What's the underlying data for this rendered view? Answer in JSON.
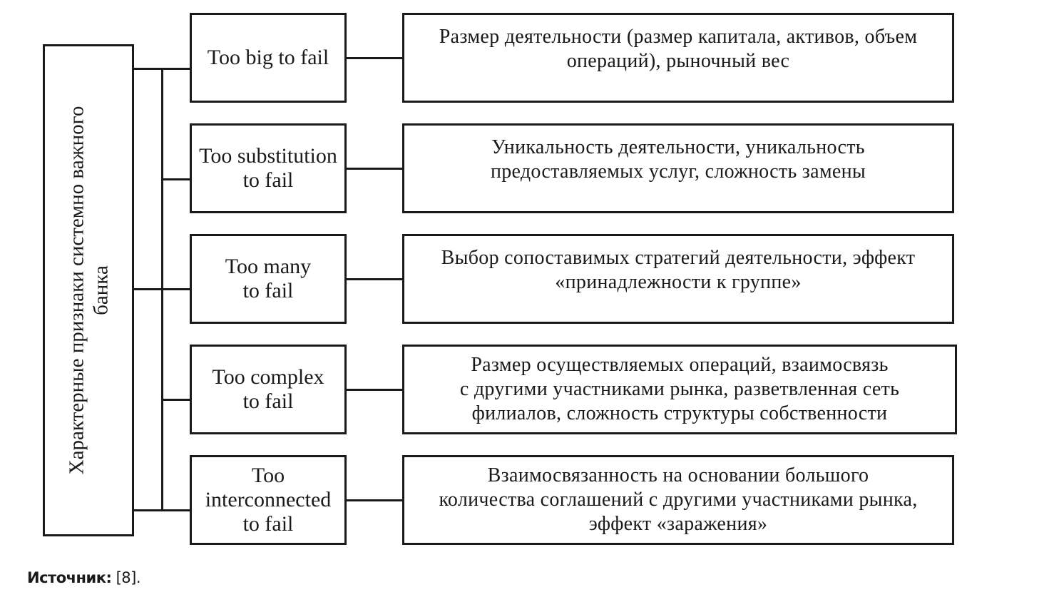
{
  "root": {
    "lines": [
      "Характерные признаки системно важного",
      "банка"
    ]
  },
  "categories": [
    {
      "name_lines": [
        "Too big to fail"
      ],
      "desc_lines": [
        "Размер деятельности (размер капитала, активов, объем",
        "операций), рыночный вес"
      ]
    },
    {
      "name_lines": [
        "Too substitution",
        "to fail"
      ],
      "desc_lines": [
        "Уникальность деятельности, уникальность",
        "предоставляемых услуг, сложность замены"
      ]
    },
    {
      "name_lines": [
        "Too many",
        "to fail"
      ],
      "desc_lines": [
        "Выбор сопоставимых стратегий деятельности, эффект",
        "«принадлежности к группе»"
      ]
    },
    {
      "name_lines": [
        "Too complex",
        "to fail"
      ],
      "desc_lines": [
        "Размер осуществляемых операций, взаимосвязь",
        "с другими участниками рынка, разветвленная сеть",
        "филиалов, сложность структуры собственности"
      ]
    },
    {
      "name_lines": [
        "Too",
        "interconnected",
        "to fail"
      ],
      "desc_lines": [
        "Взаимосвязанность на основании большого",
        "количества соглашений с другими участниками рынка,",
        "эффект «заражения»"
      ]
    }
  ],
  "source": {
    "label": "Источник:",
    "value": " [8]."
  }
}
